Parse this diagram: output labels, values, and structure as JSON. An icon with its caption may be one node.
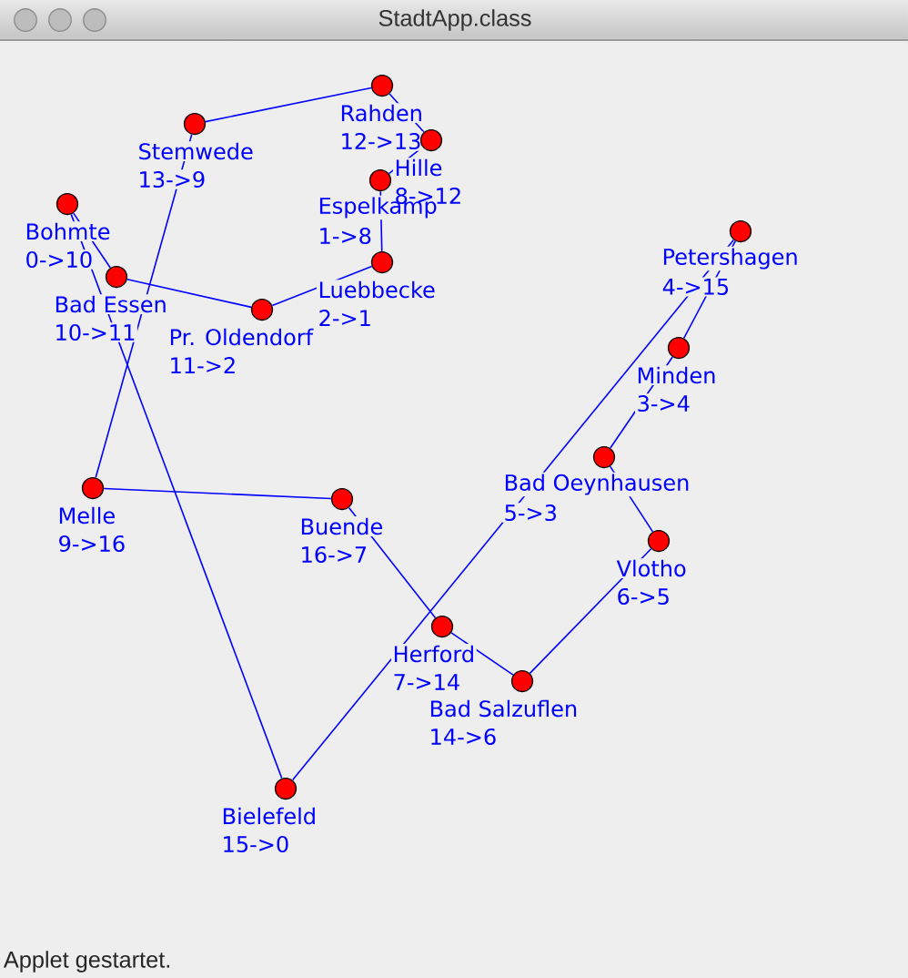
{
  "diagram": {
    "title": "StadtApp.class",
    "nodes": [
      {
        "text": [
          "Bohmte",
          "0->10"
        ]
      },
      {
        "text": [
          "Espelkamp",
          "1->8"
        ]
      },
      {
        "text": [
          "Luebbecke",
          "2->1"
        ]
      },
      {
        "text": [
          "Minden",
          "3->4"
        ]
      },
      {
        "text": [
          "Petershagen",
          "4->15"
        ]
      },
      {
        "text": [
          "Bad Oeynhausen",
          "5->3"
        ]
      },
      {
        "text": [
          "Vlotho",
          "6->5"
        ]
      },
      {
        "text": [
          "Herford",
          "7->14"
        ]
      },
      {
        "text": [
          "Hille",
          "8->12"
        ]
      },
      {
        "text": [
          "Melle",
          "9->16"
        ]
      },
      {
        "text": [
          "Bad Essen",
          "10->11"
        ]
      },
      {
        "text": [
          "Pr. Oldendorf",
          "11->2"
        ]
      },
      {
        "text": [
          "Rahden",
          "12->13"
        ]
      },
      {
        "text": [
          "Stemwede",
          "13->9"
        ]
      },
      {
        "text": [
          "Bad Salzuflen",
          "14->6"
        ]
      },
      {
        "text": [
          "Bielefeld",
          "15->0"
        ]
      },
      {
        "text": [
          "Buende",
          "16->7"
        ]
      }
    ],
    "edges": [
      {
        "from": 0,
        "to": 10,
        "arrow": "none"
      },
      {
        "from": 10,
        "to": 11,
        "arrow": "none"
      },
      {
        "from": 11,
        "to": 2,
        "arrow": "none"
      },
      {
        "from": 2,
        "to": 1,
        "arrow": "none"
      },
      {
        "from": 1,
        "to": 8,
        "arrow": "none"
      },
      {
        "from": 8,
        "to": 12,
        "arrow": "none"
      },
      {
        "from": 12,
        "to": 13,
        "arrow": "none"
      },
      {
        "from": 13,
        "to": 9,
        "arrow": "none"
      },
      {
        "from": 9,
        "to": 16,
        "arrow": "none"
      },
      {
        "from": 16,
        "to": 7,
        "arrow": "none"
      },
      {
        "from": 7,
        "to": 14,
        "arrow": "none"
      },
      {
        "from": 14,
        "to": 6,
        "arrow": "none"
      },
      {
        "from": 6,
        "to": 5,
        "arrow": "none"
      },
      {
        "from": 5,
        "to": 3,
        "arrow": "none"
      },
      {
        "from": 3,
        "to": 4,
        "arrow": "none"
      },
      {
        "from": 4,
        "to": 15,
        "arrow": "none"
      },
      {
        "from": 15,
        "to": 0,
        "arrow": "none"
      }
    ],
    "labels": [
      "Applet gestartet."
    ]
  }
}
